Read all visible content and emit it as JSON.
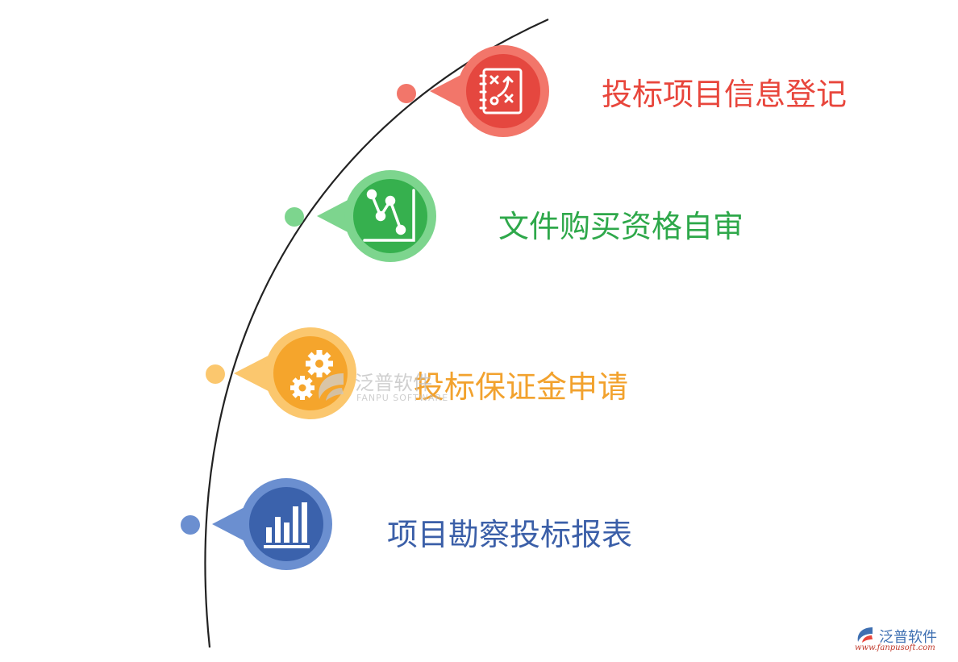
{
  "steps": [
    {
      "label": "投标项目信息登记",
      "color": "#e8463c",
      "light": "#f2766a",
      "dark": "#e5473f",
      "icon": "strategy-board-icon"
    },
    {
      "label": "文件购买资格自审",
      "color": "#2ea84a",
      "light": "#7dd58e",
      "dark": "#36b04e",
      "icon": "line-chart-icon"
    },
    {
      "label": "投标保证金申请",
      "color": "#f2a22e",
      "light": "#fbc76e",
      "dark": "#f5a52c",
      "icon": "gears-icon"
    },
    {
      "label": "项目勘察投标报表",
      "color": "#3b5fa8",
      "light": "#6b8fd0",
      "dark": "#3b62ac",
      "icon": "bar-chart-icon"
    }
  ],
  "watermark": {
    "name": "泛普软件",
    "english": "FANPU SOFTWARE"
  },
  "brand": {
    "name": "泛普软件",
    "url": "www.fanpusoft.com"
  }
}
